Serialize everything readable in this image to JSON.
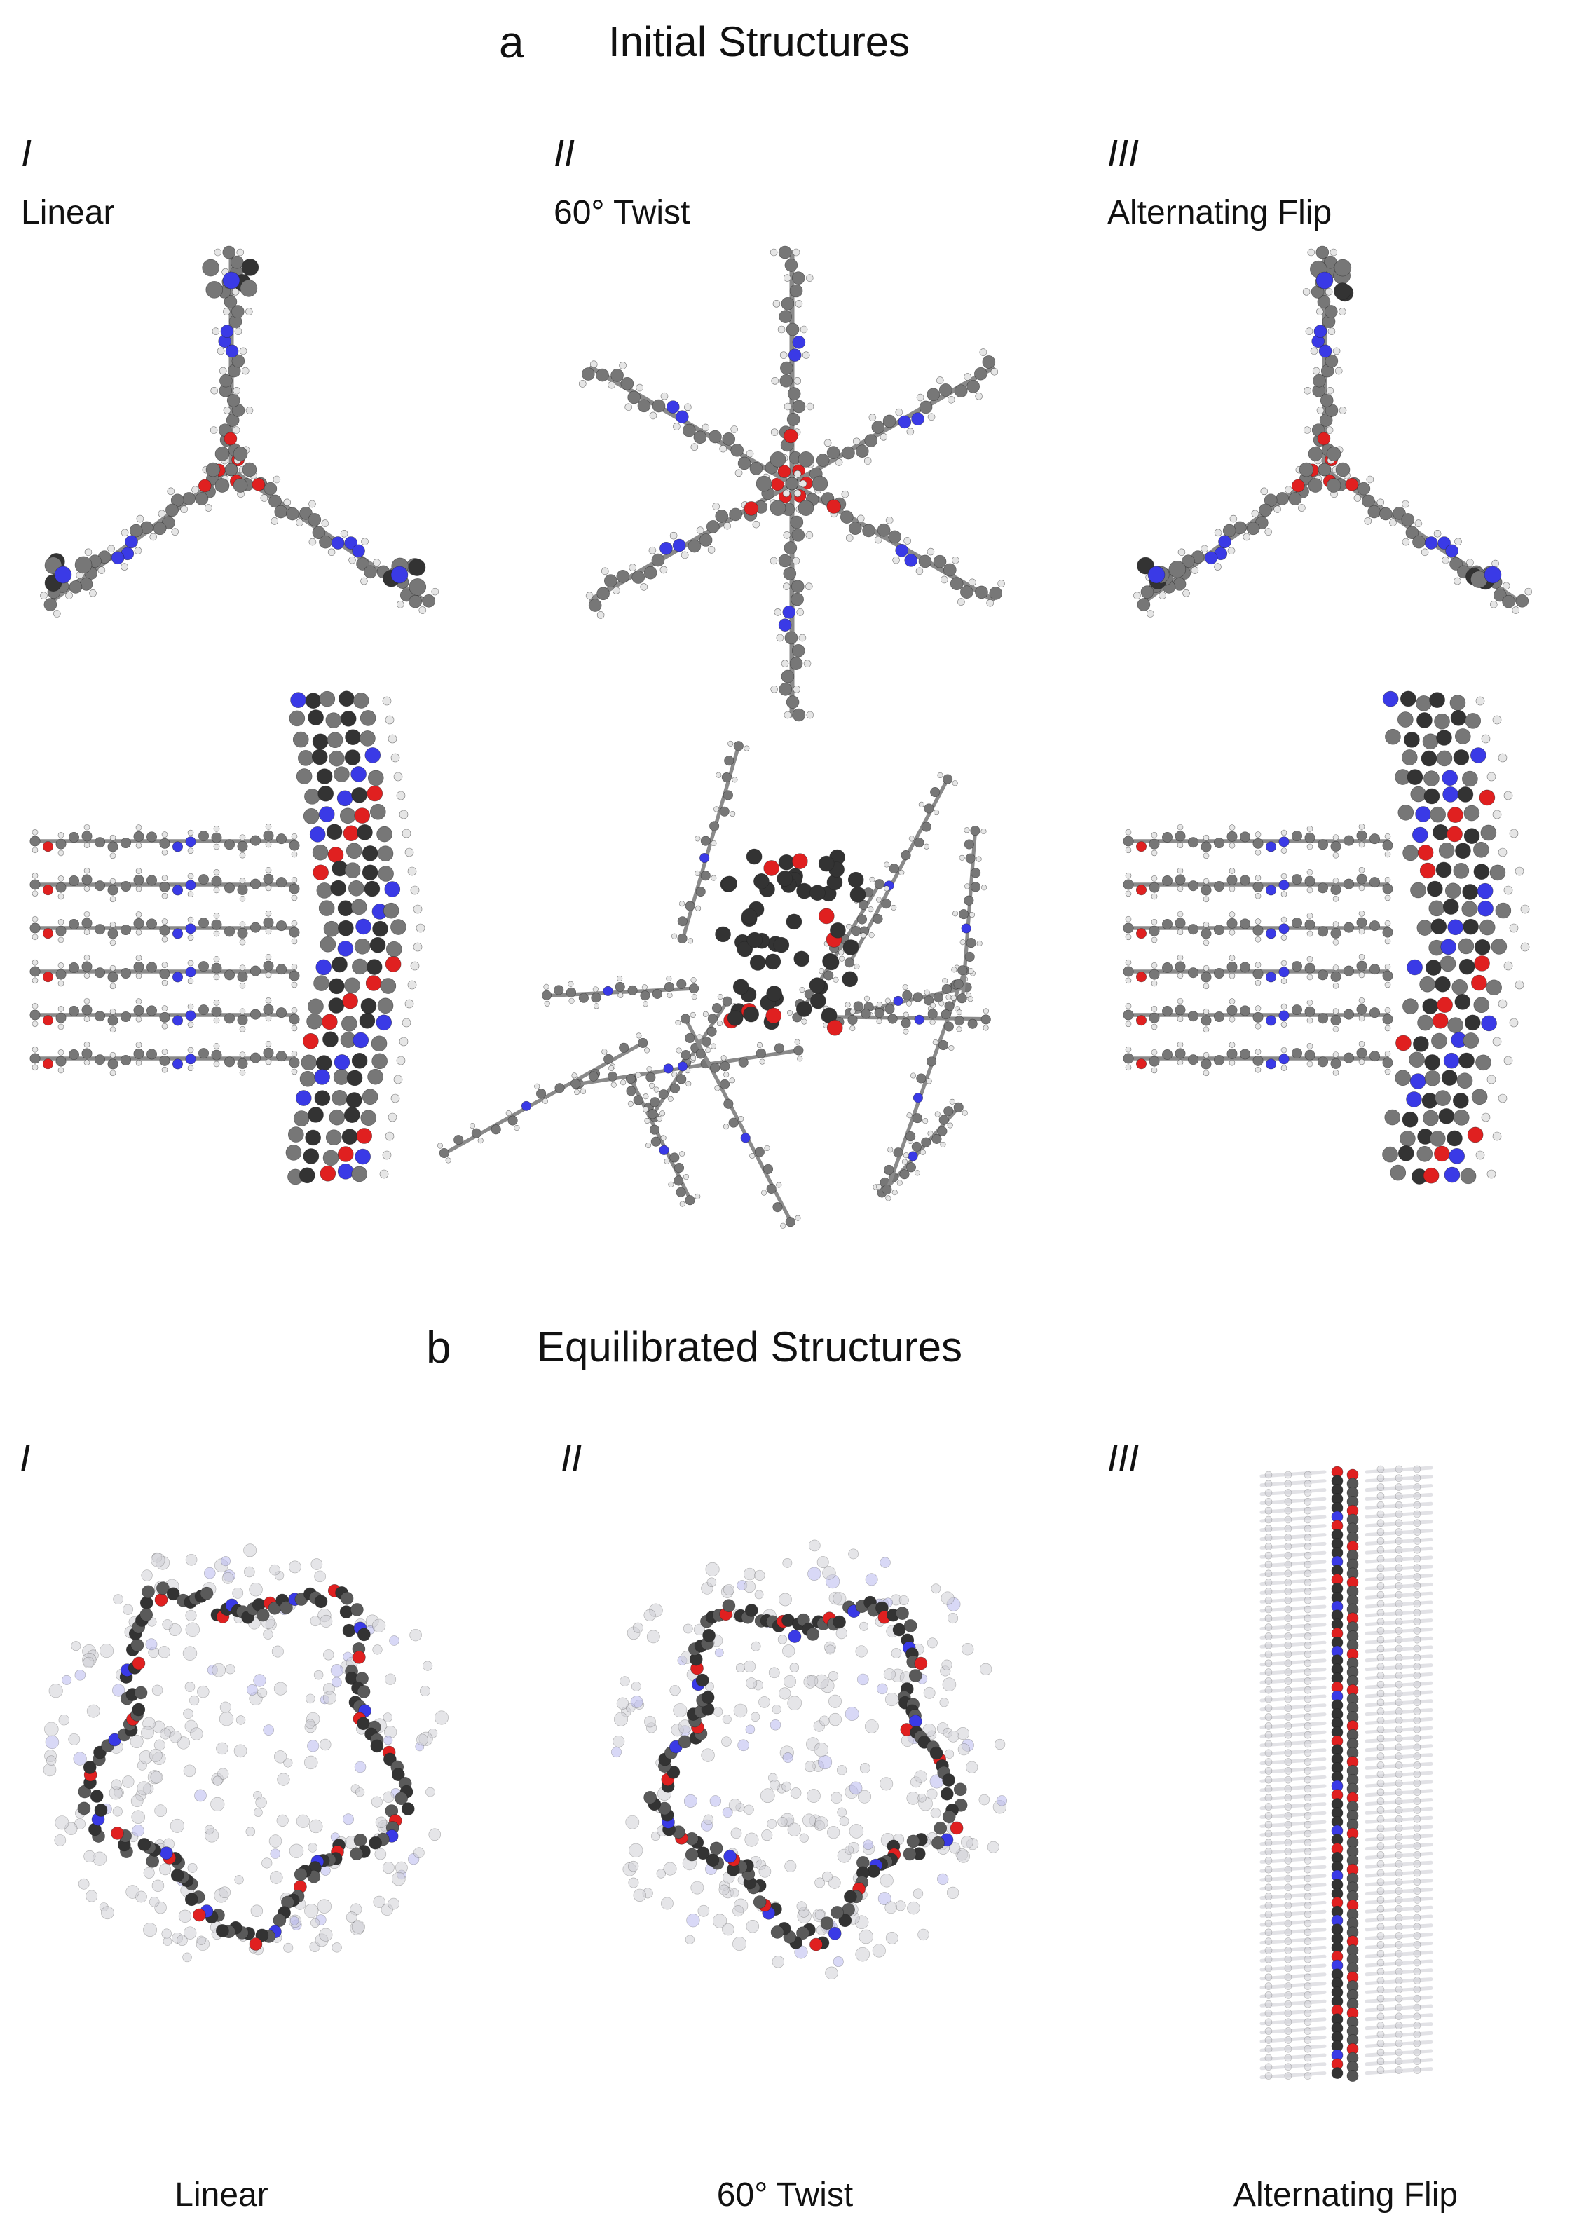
{
  "panel_a": {
    "letter": "a",
    "title": "Initial Structures",
    "columns": [
      {
        "roman": "I",
        "label": "Linear"
      },
      {
        "roman": "II",
        "label": "60° Twist"
      },
      {
        "roman": "III",
        "label": "Alternating Flip"
      }
    ]
  },
  "panel_b": {
    "letter": "b",
    "title": "Equilibrated Structures",
    "columns": [
      {
        "roman": "I",
        "label": "Linear"
      },
      {
        "roman": "II",
        "label": "60° Twist"
      },
      {
        "roman": "III",
        "label": "Alternating Flip"
      }
    ]
  },
  "colors": {
    "carbon": "#777777",
    "carbon_dark": "#333333",
    "hydrogen": "#e6e6e6",
    "nitrogen": "#3a3ae6",
    "oxygen": "#e02020",
    "faded": "#cfcfd6"
  }
}
